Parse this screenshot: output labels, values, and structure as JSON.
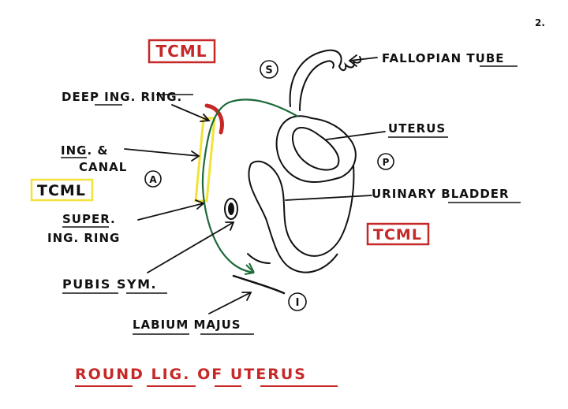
{
  "page_number": "2.",
  "title": "ROUND LIG. OF UTERUS",
  "tags": {
    "tcml_top": "TCML",
    "tcml_left": "TCML",
    "tcml_right": "TCML"
  },
  "orientation_markers": {
    "superior": "S",
    "anterior": "A",
    "posterior": "P",
    "inferior": "I"
  },
  "labels": {
    "deep_ring": "DEEP ING. RING.",
    "canal_line1": "ING. &",
    "canal_line2": "CANAL",
    "super_ring_line1": "SUPER.",
    "super_ring_line2": "ING. RING",
    "pubis": "PUBIS SYM.",
    "labium": "LABIUM MAJUS",
    "fallopian": "FALLOPIAN TUBE",
    "uterus": "UTERUS",
    "bladder": "URINARY BLADDER"
  },
  "colors": {
    "ink": "#111111",
    "red": "#c62828",
    "yellow": "#f2e23a",
    "green": "#1e6b3a"
  }
}
